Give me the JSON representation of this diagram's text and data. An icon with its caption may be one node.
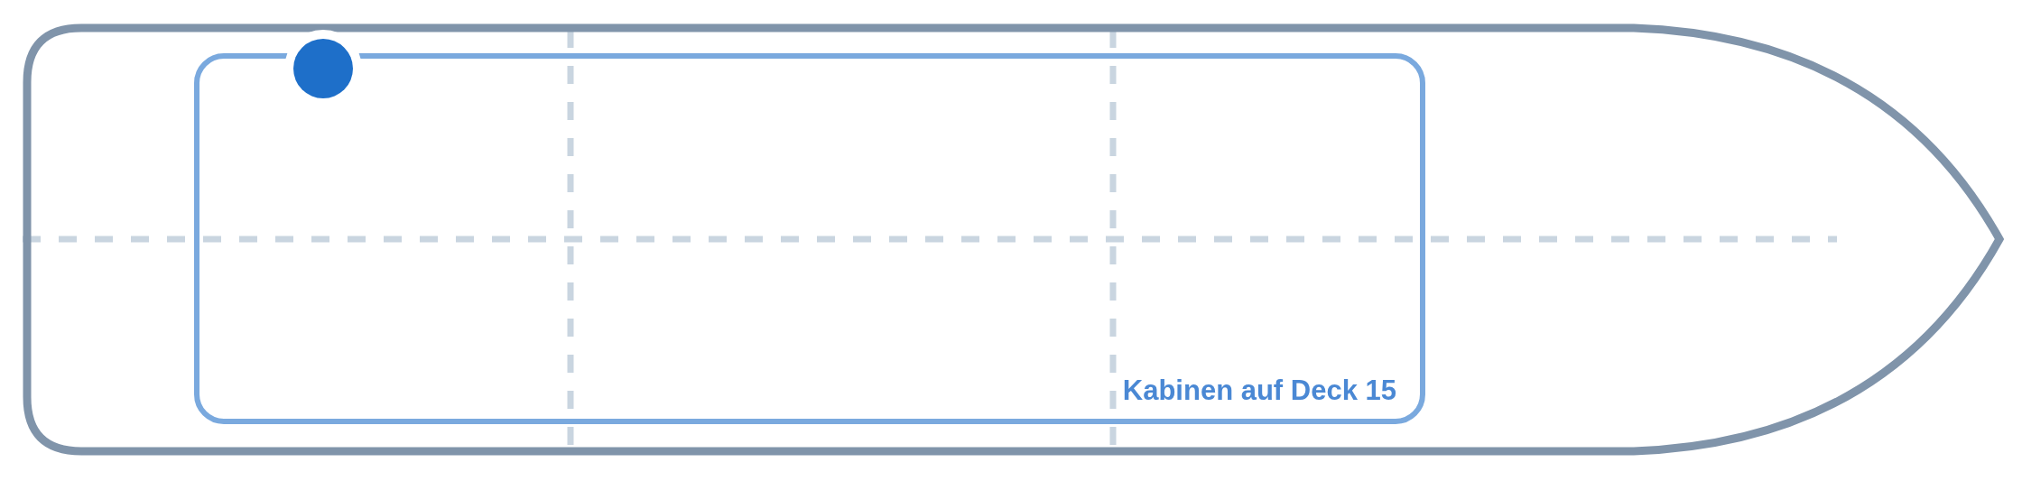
{
  "diagram": {
    "nodes": [
      {
        "text": [],
        "shape": "ship"
      },
      {
        "text": [
          "Kabinen auf Deck 15"
        ],
        "in": 0
      }
    ]
  }
}
